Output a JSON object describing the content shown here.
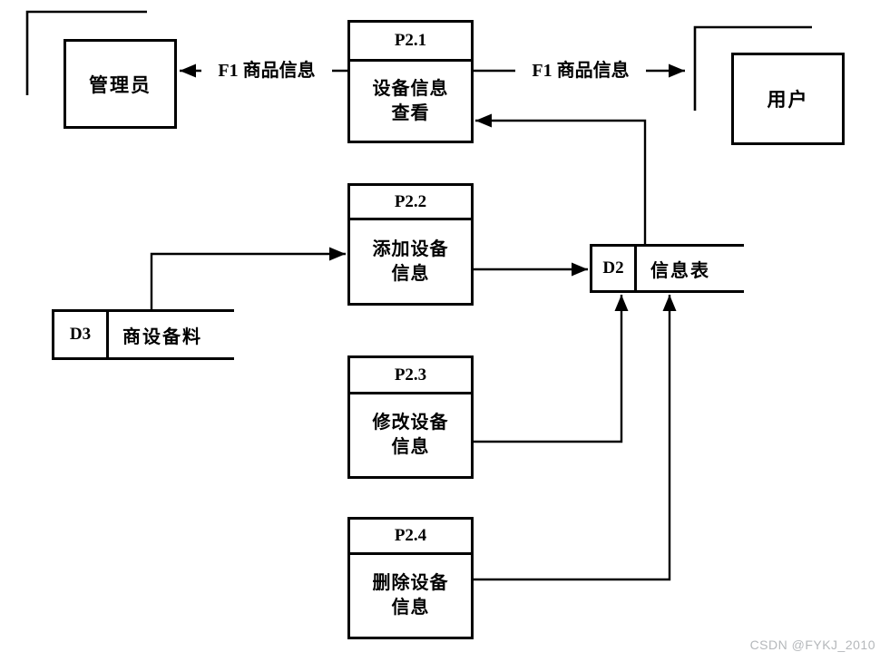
{
  "diagram": {
    "title_hint": "设备信息数据流图 (DFD level 2)",
    "colors": {
      "line": "#000000",
      "background": "#ffffff",
      "watermark": "#b5b8bb"
    },
    "external_entities": [
      {
        "id": "admin",
        "label": "管理员"
      },
      {
        "id": "user",
        "label": "用户"
      }
    ],
    "processes": [
      {
        "id": "P2.1",
        "label_line1": "设备信息",
        "label_line2": "查看"
      },
      {
        "id": "P2.2",
        "label_line1": "添加设备",
        "label_line2": "信息"
      },
      {
        "id": "P2.3",
        "label_line1": "修改设备",
        "label_line2": "信息"
      },
      {
        "id": "P2.4",
        "label_line1": "删除设备",
        "label_line2": "信息"
      }
    ],
    "data_stores": [
      {
        "id": "D2",
        "label": "信息表"
      },
      {
        "id": "D3",
        "label": "商设备料"
      }
    ],
    "flows": [
      {
        "from": "P2.1",
        "to": "管理员",
        "label": "F1 商品信息"
      },
      {
        "from": "P2.1",
        "to": "用户",
        "label": "F1 商品信息"
      },
      {
        "from": "D2",
        "to": "P2.1",
        "label": ""
      },
      {
        "from": "D3",
        "to": "P2.2",
        "label": ""
      },
      {
        "from": "P2.2",
        "to": "D2",
        "label": ""
      },
      {
        "from": "P2.3",
        "to": "D2",
        "label": ""
      },
      {
        "from": "P2.4",
        "to": "D2",
        "label": ""
      }
    ],
    "watermark": "CSDN @FYKJ_2010"
  }
}
